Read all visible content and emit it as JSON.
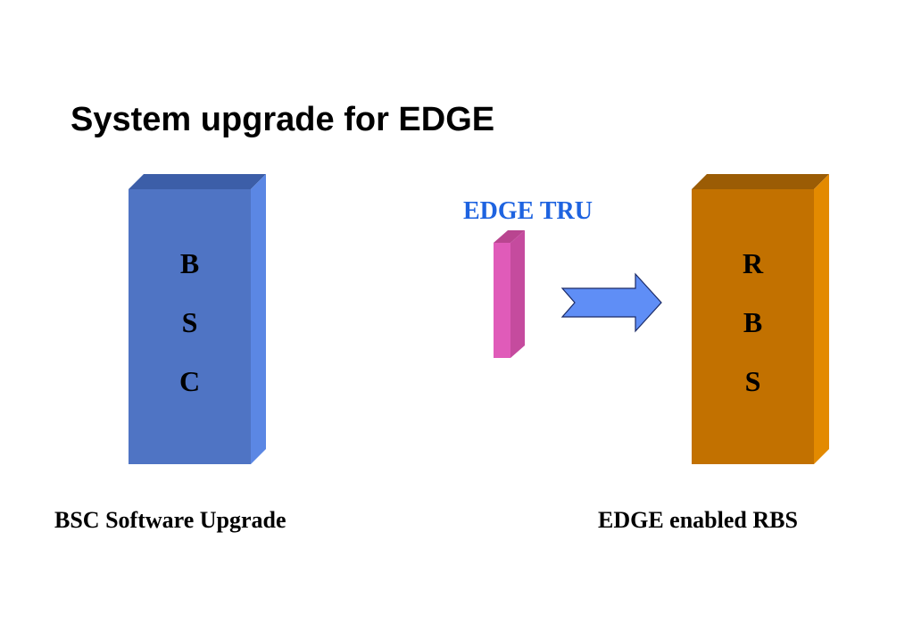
{
  "slide": {
    "title": "System upgrade for EDGE"
  },
  "bsc": {
    "letters": [
      "B",
      "S",
      "C"
    ],
    "caption": "BSC Software Upgrade",
    "colors": {
      "front": "#4F74C4",
      "top": "#3C5EA8",
      "side": "#5B87E4"
    }
  },
  "tru": {
    "label": "EDGE TRU",
    "label_color": "#1E63E0",
    "colors": {
      "front": "#E05BB9",
      "top": "#B94590",
      "side": "#C54B9E"
    }
  },
  "arrow": {
    "color": "#5F8EF6",
    "stroke": "#1A2A66",
    "icon": "right-arrow-icon"
  },
  "rbs": {
    "letters": [
      "R",
      "B",
      "S"
    ],
    "caption": "EDGE enabled RBS",
    "colors": {
      "front": "#C27100",
      "top": "#9B5C05",
      "side": "#E38A00"
    }
  }
}
